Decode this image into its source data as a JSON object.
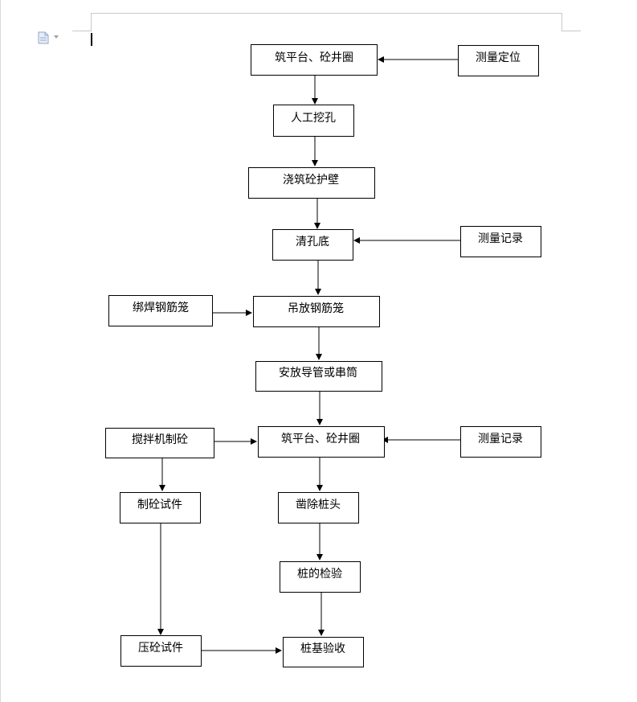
{
  "nodes": {
    "zhu_pingtai_1": "筑平台、砼井圈",
    "celiang_dingwei": "测量定位",
    "rengong_wakong": "人工挖孔",
    "jiaozhu_hubi": "浇筑砼护壁",
    "qing_kongdi": "清孔底",
    "celiang_jilu_1": "测量记录",
    "bang_han": "绑焊钢筋笼",
    "diao_fang": "吊放钢筋笼",
    "anfang_daoguan": "安放导管或串筒",
    "jiaoban_ji": "搅拌机制砼",
    "zhu_pingtai_2": "筑平台、砼井圈",
    "celiang_jilu_2": "测量记录",
    "zhi_shijian": "制砼试件",
    "zaochu_zhuangtou": "凿除桩头",
    "zhuang_jianyan": "桩的检验",
    "ya_shijian": "压砼试件",
    "zhuangji_yanshou": "桩基验收"
  },
  "icons": {
    "document": "document-icon",
    "dropdown": "chevron-down-icon"
  }
}
